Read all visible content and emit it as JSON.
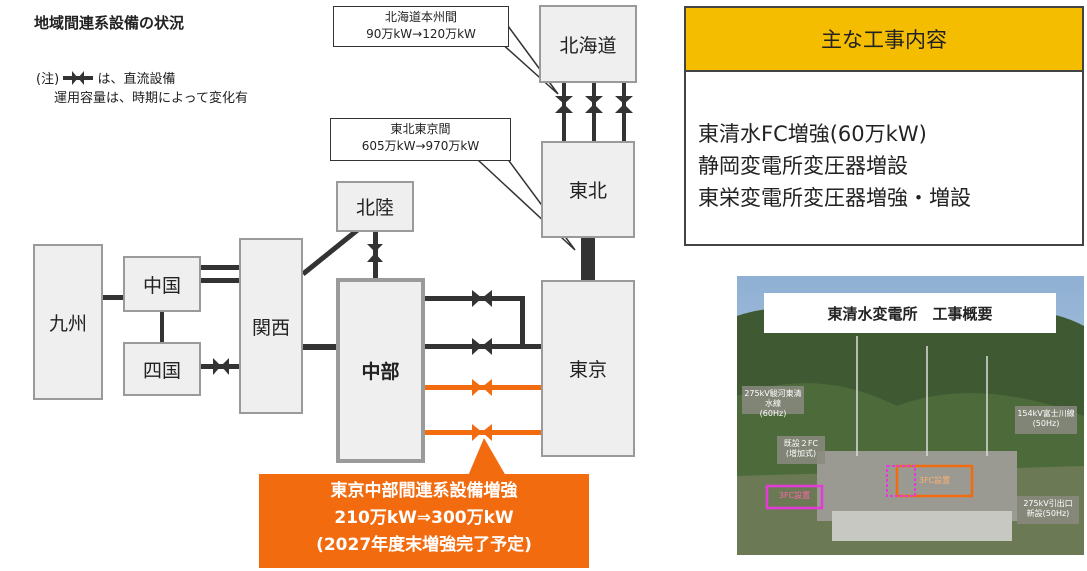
{
  "title": "地域間連系設備の状況",
  "notes": {
    "note_prefix": "(注)",
    "note_suffix": "は、直流設備",
    "note_line2": "運用容量は、時期によって変化有"
  },
  "regions": {
    "kyushu": "九州",
    "chugoku": "中国",
    "shikoku": "四国",
    "kansai": "関西",
    "hokuriku": "北陸",
    "chubu": "中部",
    "tokyo": "東京",
    "tohoku": "東北",
    "hokkaido": "北海道"
  },
  "callouts": {
    "hokkaido_line1": "北海道本州間",
    "hokkaido_line2": "90万kW→120万kW",
    "tohoku_line1": "東北東京間",
    "tohoku_line2": "605万kW→970万kW"
  },
  "banner": {
    "line1": "東京中部間連系設備増強",
    "line2": "210万kW⇒300万kW",
    "line3": "(2027年度末増強完了予定)"
  },
  "panel": {
    "heading": "主な工事内容",
    "items": [
      "東清水FC増強(60万kW)",
      "静岡変電所変圧器増設",
      "東栄変電所変圧器増強・増設"
    ]
  },
  "photo": {
    "title": "東清水変電所　工事概要",
    "labels": {
      "l1a": "275kV駿河東清水線",
      "l1b": "(60Hz)",
      "l2a": "154kV富士川線",
      "l2b": "(50Hz)",
      "l3a": "既設２FC",
      "l3b": "(增加式)",
      "l4": "3FC設置",
      "l5": "3FC設置",
      "l6a": "275kV引出口",
      "l6b": "新設(50Hz)"
    }
  },
  "colors": {
    "accent_orange": "#f26b0f",
    "panel_yellow": "#f5bd00",
    "line_dark": "#333333",
    "box_fill": "#efefef"
  }
}
